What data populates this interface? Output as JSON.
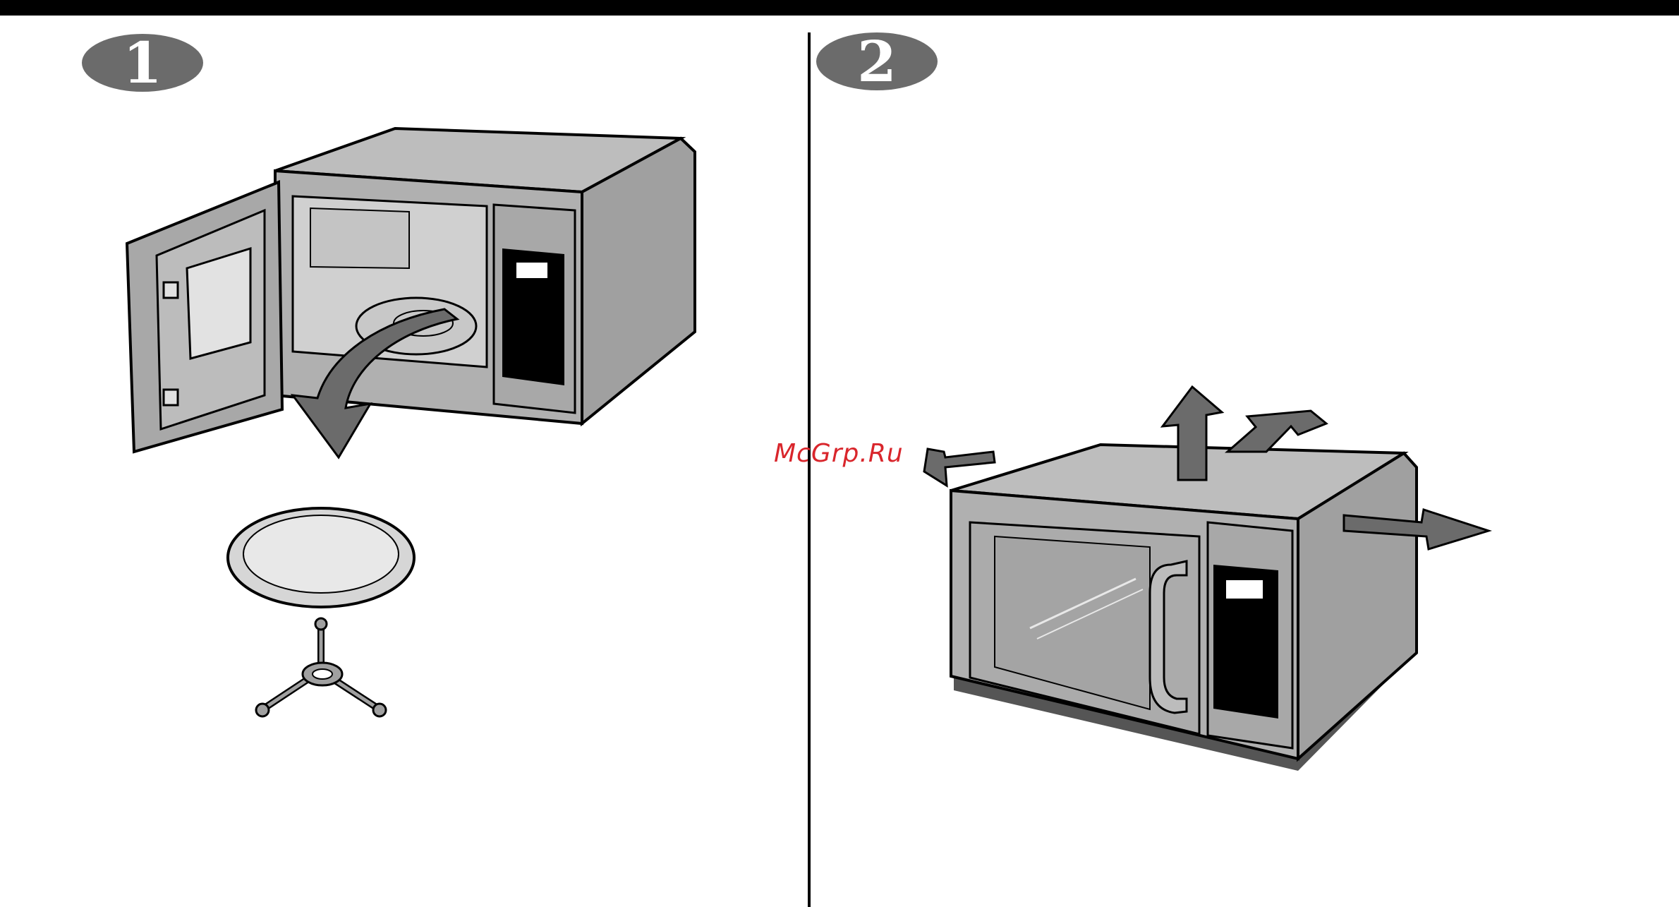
{
  "steps": [
    {
      "number": "1"
    },
    {
      "number": "2"
    }
  ],
  "watermark": "McGrp.Ru",
  "colors": {
    "body_gray": "#a8a8a8",
    "dark_gray": "#6b6b6b",
    "outline": "#000000",
    "watermark_red": "#d9262c"
  }
}
